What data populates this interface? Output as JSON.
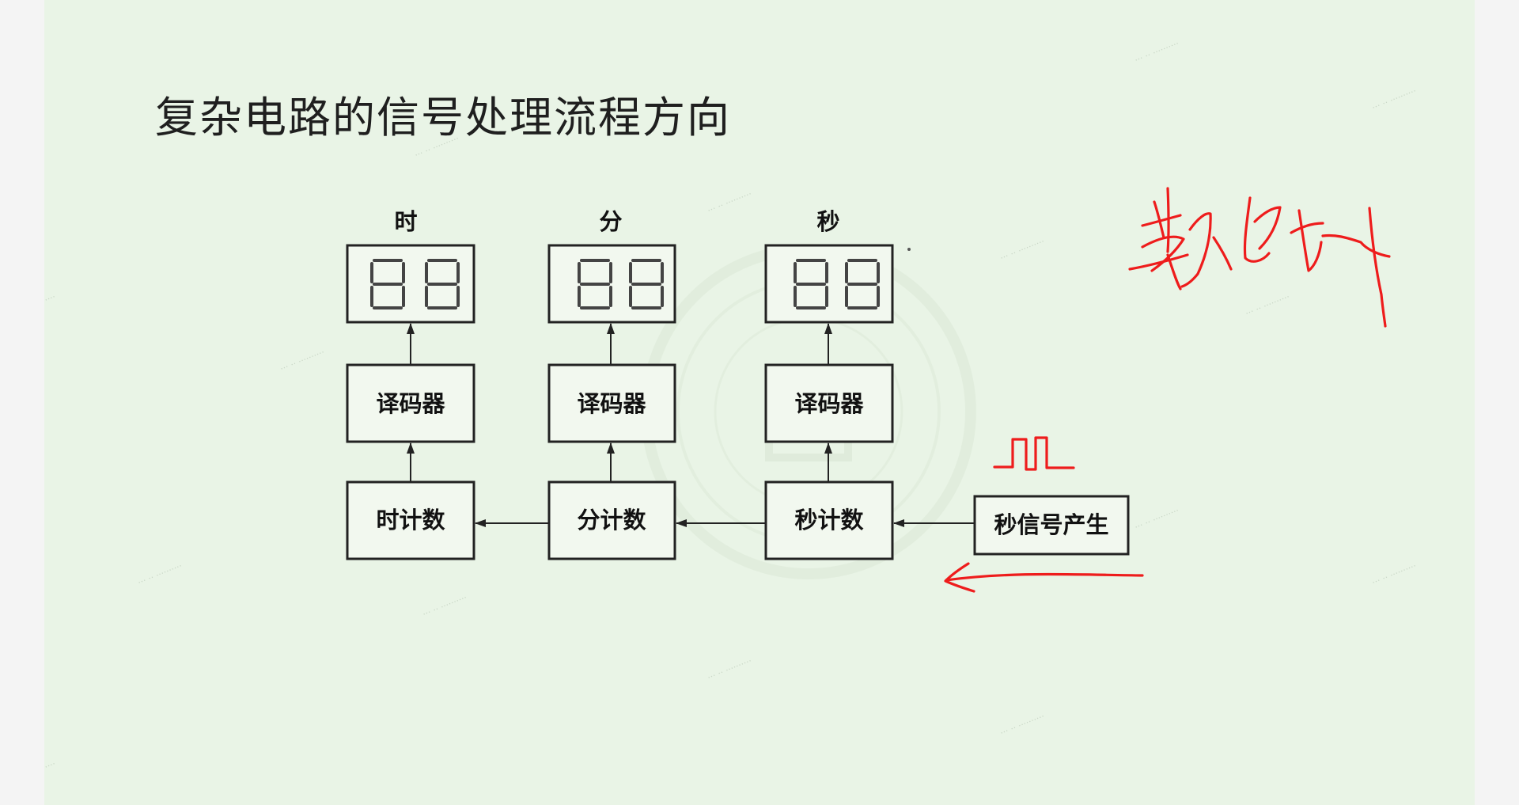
{
  "slide": {
    "title": "复杂电路的信号处理流程方向"
  },
  "diagram": {
    "columns": [
      {
        "unit_label": "时",
        "display_digits": "88",
        "decoder_label": "译码器",
        "counter_label": "时计数"
      },
      {
        "unit_label": "分",
        "display_digits": "88",
        "decoder_label": "译码器",
        "counter_label": "分计数"
      },
      {
        "unit_label": "秒",
        "display_digits": "88",
        "decoder_label": "译码器",
        "counter_label": "秒计数"
      }
    ],
    "source_label": "秒信号产生"
  },
  "annotations": {
    "handwriting_note": "数字钟",
    "ink_color": "#ee1c1c"
  },
  "colors": {
    "slide_background": "#e9f4e6",
    "box_stroke": "#222222",
    "title_text": "#1f1f1f"
  }
}
